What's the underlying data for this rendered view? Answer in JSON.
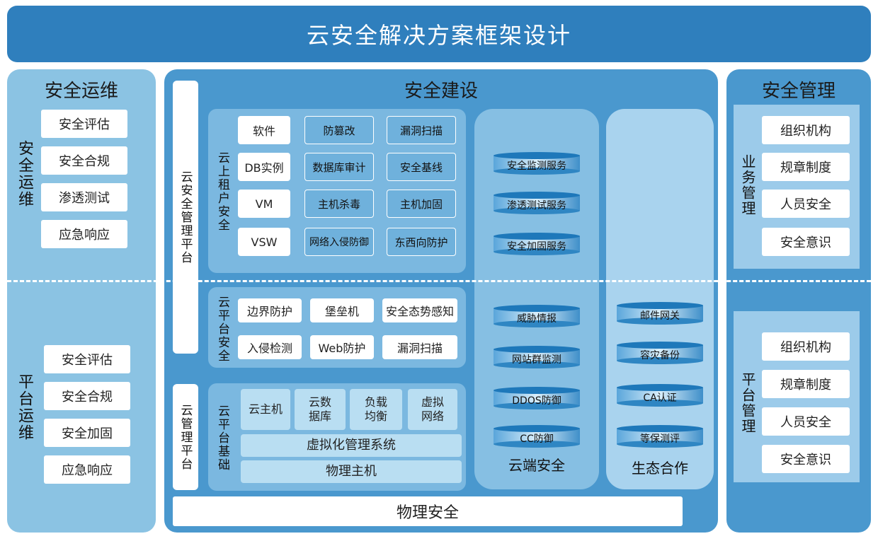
{
  "title": "云安全解决方案框架设计",
  "left": {
    "head": "安全运维",
    "top_label": "安全运维",
    "top_items": [
      "安全评估",
      "安全合规",
      "渗透测试",
      "应急响应"
    ],
    "bottom_label": "平台运维",
    "bottom_items": [
      "安全评估",
      "安全合规",
      "安全加固",
      "应急响应"
    ]
  },
  "mid": {
    "head": "安全建设",
    "mgmt_platform": "云安全管理平台",
    "cloud_mgmt_platform": "云管理平台",
    "tenant": {
      "label": "云上租户安全",
      "assets": [
        "软件",
        "DB实例",
        "VM",
        "VSW"
      ],
      "col2": [
        "防篡改",
        "数据库审计",
        "主机杀毒",
        "网络入侵防御"
      ],
      "col3": [
        "漏洞扫描",
        "安全基线",
        "主机加固",
        "东西向防护"
      ]
    },
    "platform_sec": {
      "label": "云平台安全",
      "row1": [
        "边界防护",
        "堡垒机",
        "安全态势感知"
      ],
      "row2": [
        "入侵检测",
        "Web防护",
        "漏洞扫描"
      ]
    },
    "platform_base": {
      "label": "云平台基础",
      "items": [
        "云主机",
        "云数\n据库",
        "负载\n均衡",
        "虚拟\n网络"
      ],
      "virt": "虚拟化管理系统",
      "host": "物理主机"
    },
    "cloud_sec": {
      "label": "云端安全",
      "top": [
        "安全监测服务",
        "渗透测试服务",
        "安全加固服务"
      ],
      "bottom": [
        "威胁情报",
        "网站群监测",
        "DDOS防御",
        "CC防御"
      ]
    },
    "eco": {
      "label": "生态合作",
      "items": [
        "邮件网关",
        "容灾备份",
        "CA认证",
        "等保测评"
      ]
    },
    "physical": "物理安全"
  },
  "right": {
    "head": "安全管理",
    "top_label": "业务管理",
    "top_items": [
      "组织机构",
      "规章制度",
      "人员安全",
      "安全意识"
    ],
    "bottom_label": "平台管理",
    "bottom_items": [
      "组织机构",
      "规章制度",
      "人员安全",
      "安全意识"
    ]
  },
  "colors": {
    "title_bg": "#2f7fbd",
    "left_bg": "#8bc3e3",
    "mid_bg": "#4a98ce",
    "panel_bg": "#7bb8e0",
    "light_box": "#b9def2"
  }
}
